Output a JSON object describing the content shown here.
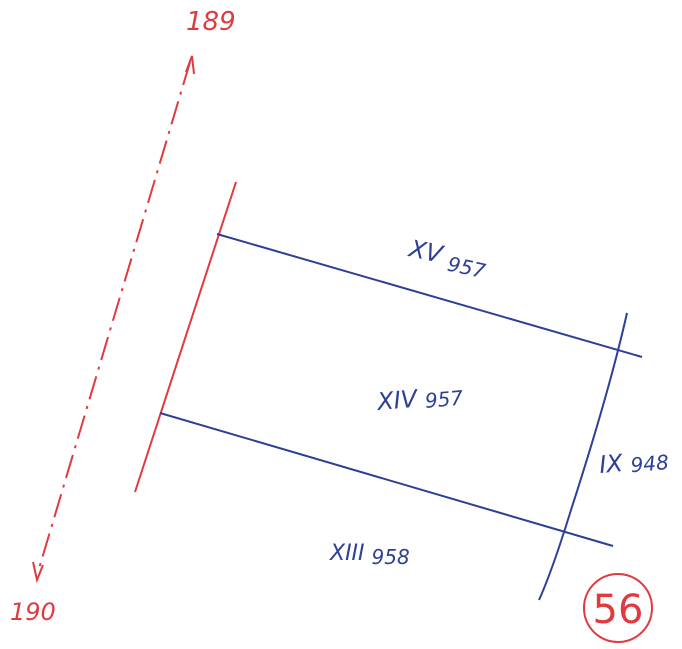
{
  "colors": {
    "red": "#e03a3e",
    "blue": "#2e3f96",
    "background": "#ffffff"
  },
  "axis": {
    "top_label": "189",
    "bottom_label": "190"
  },
  "parcels": [
    {
      "roman": "XV",
      "number": "957"
    },
    {
      "roman": "XIV",
      "number": "957"
    },
    {
      "roman": "XIII",
      "number": "958"
    },
    {
      "roman": "IX",
      "number": "948"
    }
  ],
  "sheet_number": "56"
}
